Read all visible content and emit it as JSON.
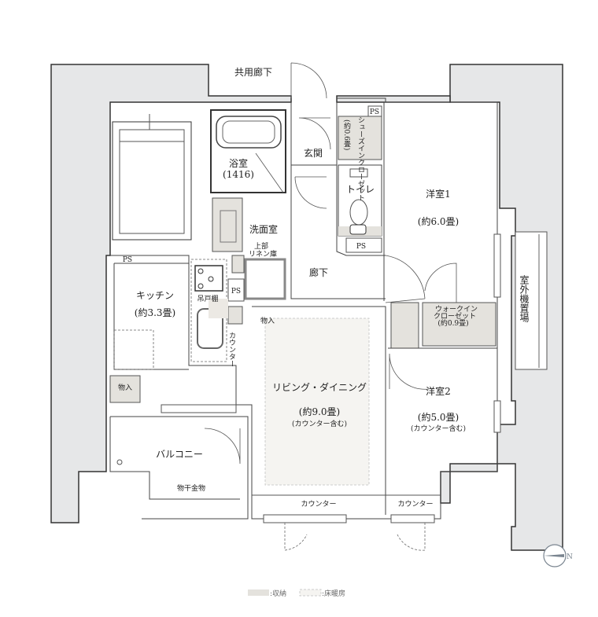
{
  "rooms": {
    "common_corridor": "共用廊下",
    "entrance": "玄関",
    "bath": "浴室",
    "bath_size": "(1416)",
    "washroom": "洗面室",
    "hallway": "廊下",
    "toilet": "トイレ",
    "western1": "洋室1",
    "western1_size": "(約6.0畳)",
    "outdoor_unit": "室外機置場",
    "kitchen": "キッチン",
    "kitchen_size": "(約3.3畳)",
    "ldk": "リビング・ダイニング",
    "ldk_size": "(約9.0畳)",
    "ldk_note": "(カウンター含む)",
    "western2": "洋室2",
    "western2_size": "(約5.0畳)",
    "western2_note": "(カウンター含む)",
    "balcony": "バルコニー",
    "laundry_hardware": "物干金物",
    "shoe_closet": "シューズインクローゼット",
    "shoe_closet_size": "(約0.6畳)",
    "wic_line1": "ウォークイン",
    "wic_line2": "クローゼット",
    "wic_size": "(約0.9畳)",
    "linen_line1": "上部",
    "linen_line2": "リネン庫",
    "wall_cabinet": "吊戸棚",
    "storage": "物入",
    "storage2": "物入",
    "counter_kitchen": "カウンター",
    "counter_ldk": "カウンター",
    "counter_w2": "カウンター",
    "ps": "PS"
  },
  "compass": {
    "label": "N"
  },
  "legend": {
    "storage": ":収納",
    "floor_heating": ":床暖房",
    "storage_color": "#e4e2dd",
    "floor_heating_color": "#f5f4f1"
  }
}
